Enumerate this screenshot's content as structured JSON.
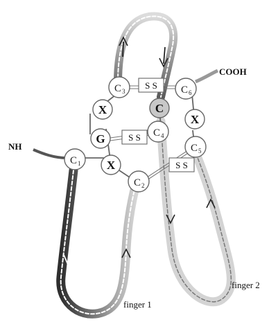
{
  "termini": {
    "n_terminus": "NH",
    "c_terminus": "COOH"
  },
  "cysteines": [
    {
      "base": "C",
      "index": "1"
    },
    {
      "base": "C",
      "index": "2"
    },
    {
      "base": "C",
      "index": "3"
    },
    {
      "base": "C",
      "index": "4"
    },
    {
      "base": "C",
      "index": "5"
    },
    {
      "base": "C",
      "index": "6"
    }
  ],
  "residues": {
    "g": "G",
    "x_upper": "X",
    "x_lower": "X",
    "x_right": "X",
    "c_extra": "C"
  },
  "disulfides": [
    "S S",
    "S S",
    "S S"
  ],
  "fingers": [
    "finger 1",
    "finger 2"
  ],
  "colors": {
    "loop_fill_light": "#d9d9d9",
    "loop_fill_dark": "#3a3a3a",
    "outline": "#555555",
    "extra_cys_fill": "#c8c8c8"
  }
}
